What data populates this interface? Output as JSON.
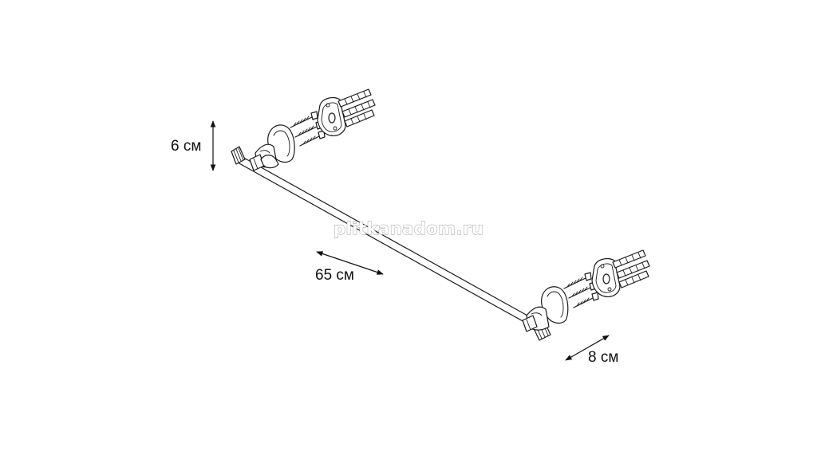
{
  "dimensions": {
    "height_label": "6 см",
    "length_label": "65 см",
    "depth_label": "8 см"
  },
  "watermark": "plitkanadom.ru",
  "colors": {
    "line": "#1a1a1a",
    "background": "#ffffff",
    "watermark_outline": "#9a9a9a"
  }
}
